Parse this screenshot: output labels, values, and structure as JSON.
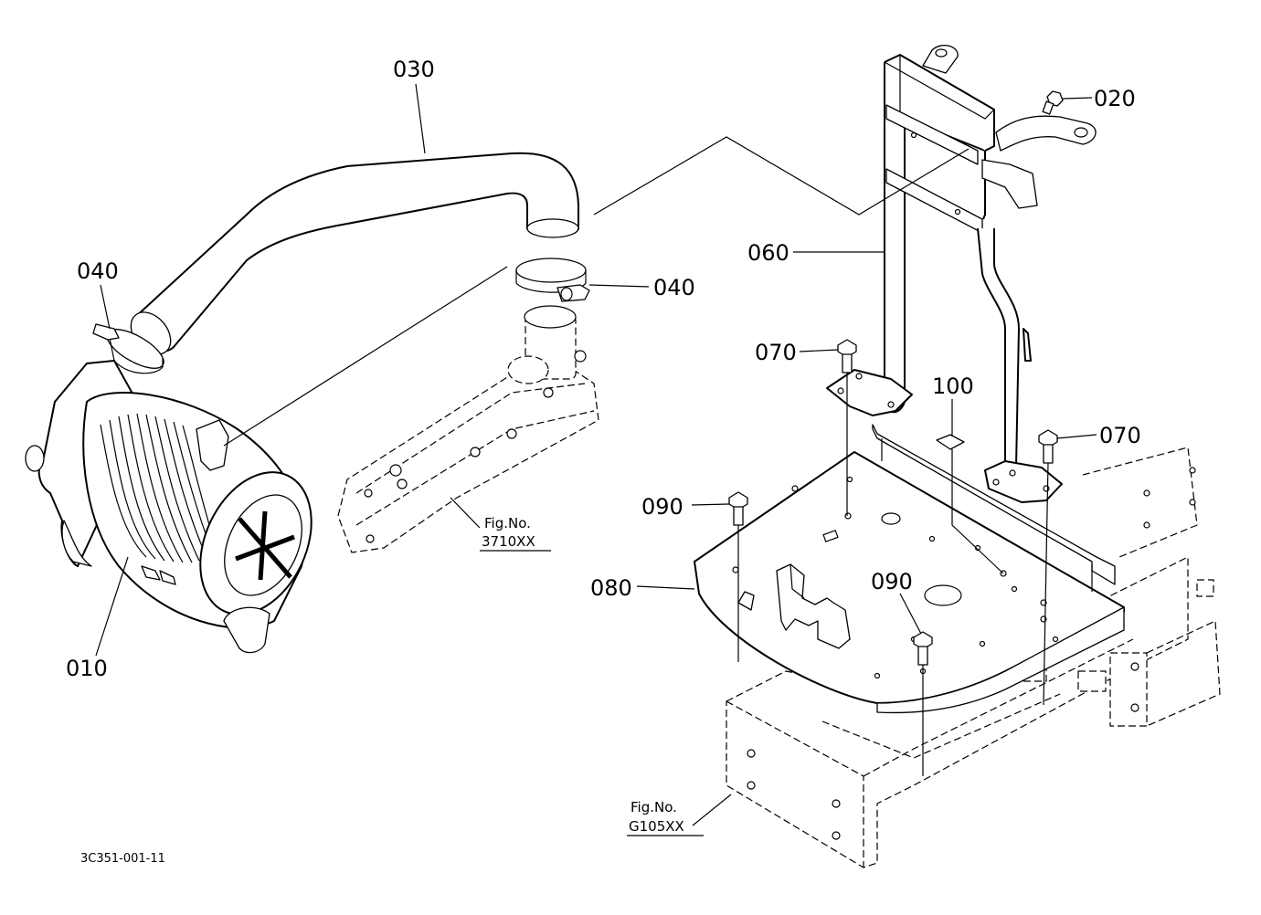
{
  "labels": {
    "p010": "010",
    "p020": "020",
    "p030": "030",
    "p040a": "040",
    "p040b": "040",
    "p060": "060",
    "p070a": "070",
    "p070b": "070",
    "p080": "080",
    "p090a": "090",
    "p090b": "090",
    "p100": "100"
  },
  "refs": {
    "fig1_title": "Fig.No.",
    "fig1_num": "3710XX",
    "fig2_title": "Fig.No.",
    "fig2_num": "G105XX"
  },
  "diagram_code": "3C351-001-11"
}
